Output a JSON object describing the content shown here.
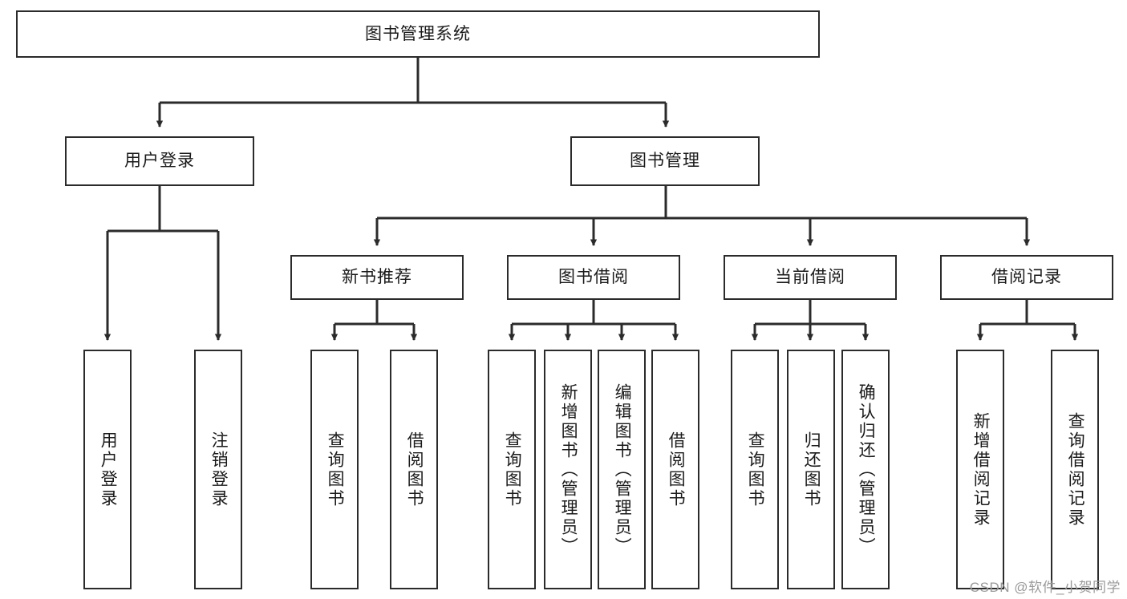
{
  "diagram": {
    "title": "图书管理系统",
    "type": "tree",
    "root": {
      "id": "root",
      "label": "图书管理系统"
    },
    "level2": [
      {
        "id": "user-login",
        "label": "用户登录"
      },
      {
        "id": "book-manage",
        "label": "图书管理"
      }
    ],
    "level3": [
      {
        "id": "new-book-rec",
        "label": "新书推荐",
        "parent": "book-manage"
      },
      {
        "id": "book-borrow",
        "label": "图书借阅",
        "parent": "book-manage"
      },
      {
        "id": "current-borrow",
        "label": "当前借阅",
        "parent": "book-manage"
      },
      {
        "id": "borrow-record",
        "label": "借阅记录",
        "parent": "book-manage"
      }
    ],
    "leaves": [
      {
        "id": "leaf-user-login",
        "label": "用户登录",
        "parent": "user-login"
      },
      {
        "id": "leaf-user-logout",
        "label": "注销登录",
        "parent": "user-login"
      },
      {
        "id": "leaf-rec-query-book",
        "label": "查询图书",
        "parent": "new-book-rec"
      },
      {
        "id": "leaf-rec-borrow-book",
        "label": "借阅图书",
        "parent": "new-book-rec"
      },
      {
        "id": "leaf-borrow-query-book",
        "label": "查询图书",
        "parent": "book-borrow"
      },
      {
        "id": "leaf-borrow-add-book",
        "label": "新增图书（管理员）",
        "parent": "book-borrow"
      },
      {
        "id": "leaf-borrow-edit-book",
        "label": "编辑图书（管理员）",
        "parent": "book-borrow"
      },
      {
        "id": "leaf-borrow-lend-book",
        "label": "借阅图书",
        "parent": "book-borrow"
      },
      {
        "id": "leaf-cur-query-book",
        "label": "查询图书",
        "parent": "current-borrow"
      },
      {
        "id": "leaf-cur-return-book",
        "label": "归还图书",
        "parent": "current-borrow"
      },
      {
        "id": "leaf-cur-confirm-return",
        "label": "确认归还（管理员）",
        "parent": "current-borrow"
      },
      {
        "id": "leaf-rec-add-record",
        "label": "新增借阅记录",
        "parent": "borrow-record"
      },
      {
        "id": "leaf-rec-query-record",
        "label": "查询借阅记录",
        "parent": "borrow-record"
      }
    ]
  },
  "watermark": {
    "text": "CSDN @软件_小贺同学"
  },
  "colors": {
    "stroke": "#2b2b2b",
    "fill": "#ffffff",
    "text": "#1a1a1a",
    "watermark": "#9a9a9a"
  }
}
